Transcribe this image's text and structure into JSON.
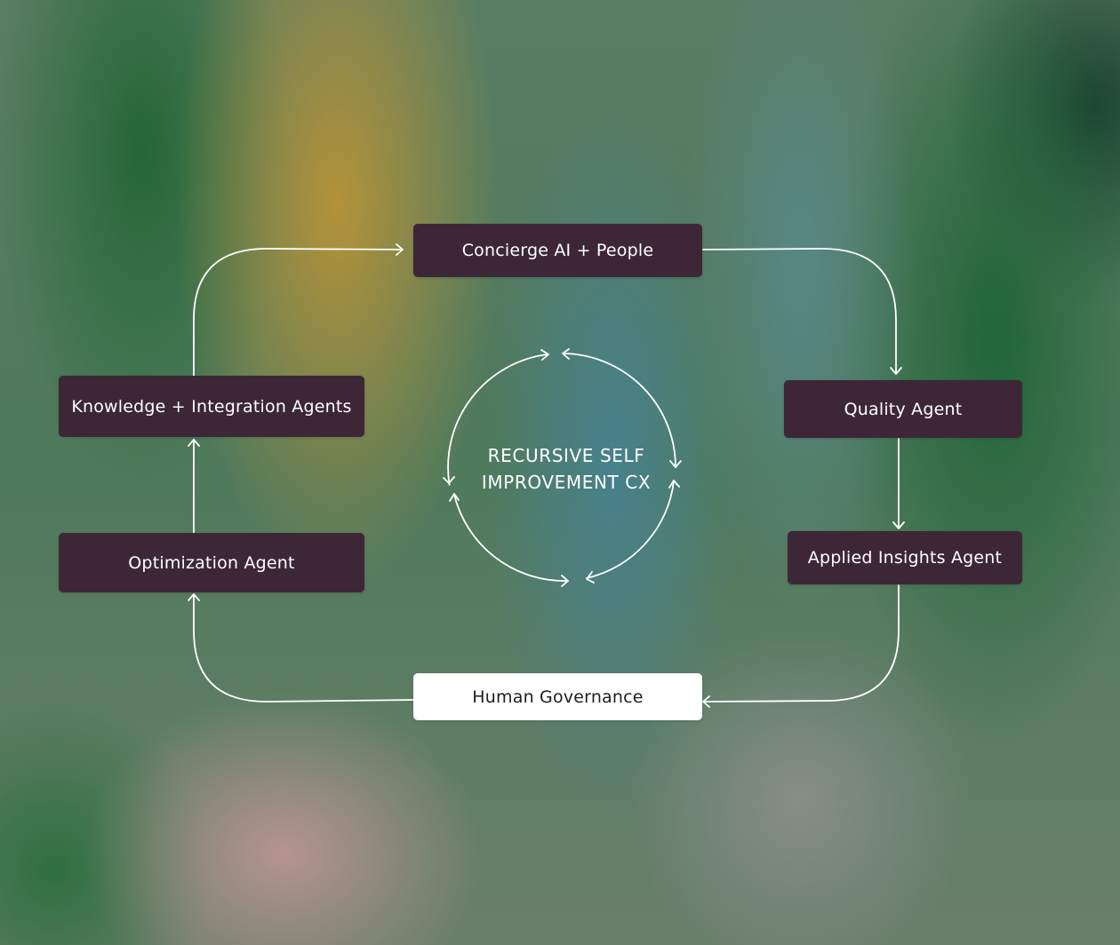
{
  "diagram": {
    "nodes": {
      "concierge": "Concierge AI + People",
      "knowledge": "Knowledge + Integration Agents",
      "quality": "Quality Agent",
      "optimization": "Optimization Agent",
      "insights": "Applied Insights Agent",
      "governance": "Human Governance"
    },
    "center": {
      "line1": "RECURSIVE SELF",
      "line2": "IMPROVEMENT CX"
    },
    "colors": {
      "node_fill": "#3d2737",
      "node_text": "#ffffff",
      "governance_fill": "#ffffff",
      "governance_text": "#1e1e1e",
      "connector": "#ffffff"
    }
  }
}
